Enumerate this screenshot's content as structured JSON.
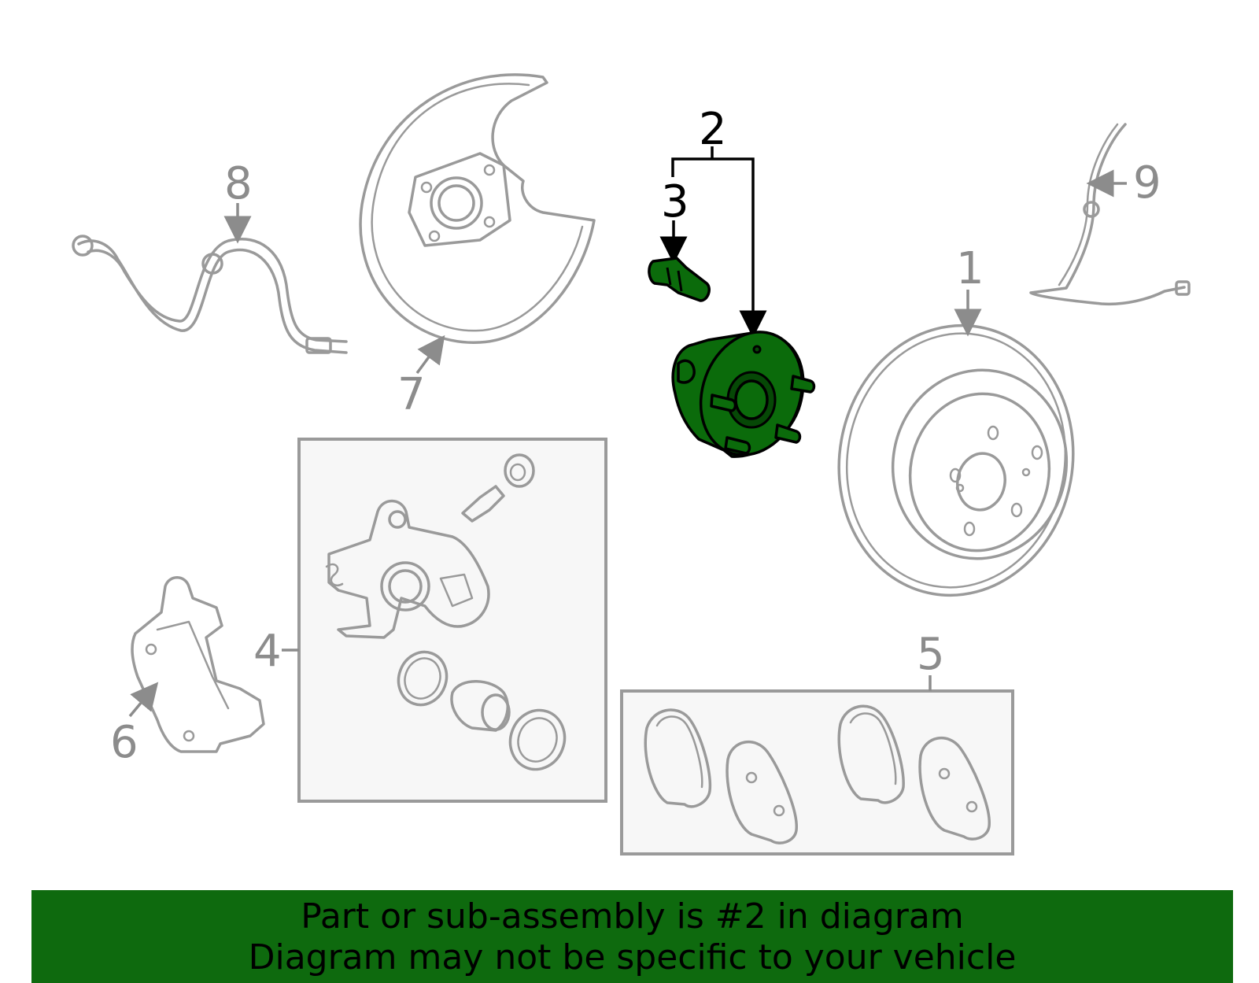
{
  "callouts": {
    "c1": "1",
    "c2": "2",
    "c3": "3",
    "c4": "4",
    "c5": "5",
    "c6": "6",
    "c7": "7",
    "c8": "8",
    "c9": "9"
  },
  "highlight": {
    "color": "#0e6a0e",
    "part_number": "2"
  },
  "banner": {
    "line1": "Part or sub-assembly is #2 in diagram",
    "line2": "Diagram may not be specific to your vehicle"
  }
}
